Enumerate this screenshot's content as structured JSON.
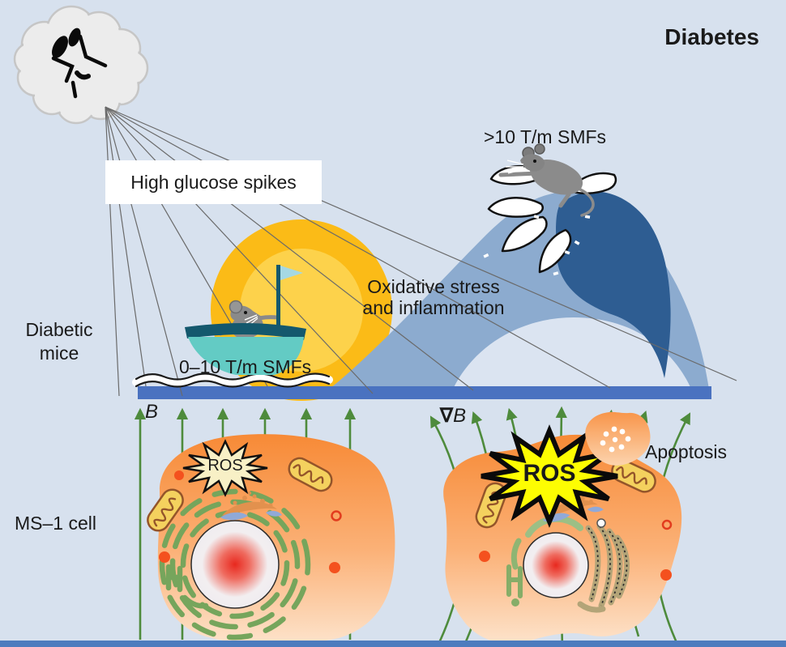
{
  "title": "Diabetes",
  "labels": {
    "high_glucose": "High glucose spikes",
    "high_smf": ">10 T/m SMFs",
    "low_smf": "0–10 T/m SMFs",
    "wave_line1": "Oxidative stress",
    "wave_line2": "and inflammation",
    "diabetic_line1": "Diabetic",
    "diabetic_line2": "mice",
    "ms1": "MS–1 cell",
    "nabla": "∇",
    "b_field": "B",
    "ros": "ROS",
    "apoptosis": "Apoptosis"
  },
  "colors": {
    "background": "#d7e1ee",
    "sea_bar": "#4a72c0",
    "bottom_bar": "#4d7cbe",
    "wave_body": "#8cabcf",
    "wave_curl_dark": "#2e5d92",
    "wave_barrel": "#dbe4f1",
    "sun_outer": "#fbbb17",
    "sun_inner": "#fdd24b",
    "boat_hull": "#63cbc4",
    "boat_trim": "#14586d",
    "cell_top": "#f78a36",
    "cell_bottom": "#fde3cb",
    "ros_small_fill": "#f8f0c6",
    "ros_big_fill": "#fdfd02",
    "field_arrow_green": "#4e8b3c",
    "mouse_gray": "#8a8a8a",
    "ray_gray": "#6a6a6a"
  },
  "icons": {
    "cloud": "storm-cloud-icon",
    "glucose_marks": "glucose-spike-marks",
    "sun": "sun-icon",
    "wave": "ocean-wave-shape",
    "boat": "sailboat-icon",
    "boat_mouse": "mouse-in-boat-icon",
    "surf_mouse": "surfing-mouse-icon",
    "splash": "water-splash-icon",
    "uniform_field": "uniform-b-field-arrows",
    "gradient_field": "gradient-b-field-arrows",
    "left_cell": "ms1-cell-mild-ros",
    "right_cell": "ms1-cell-high-ros",
    "apoptotic_body": "apoptotic-body-icon"
  }
}
